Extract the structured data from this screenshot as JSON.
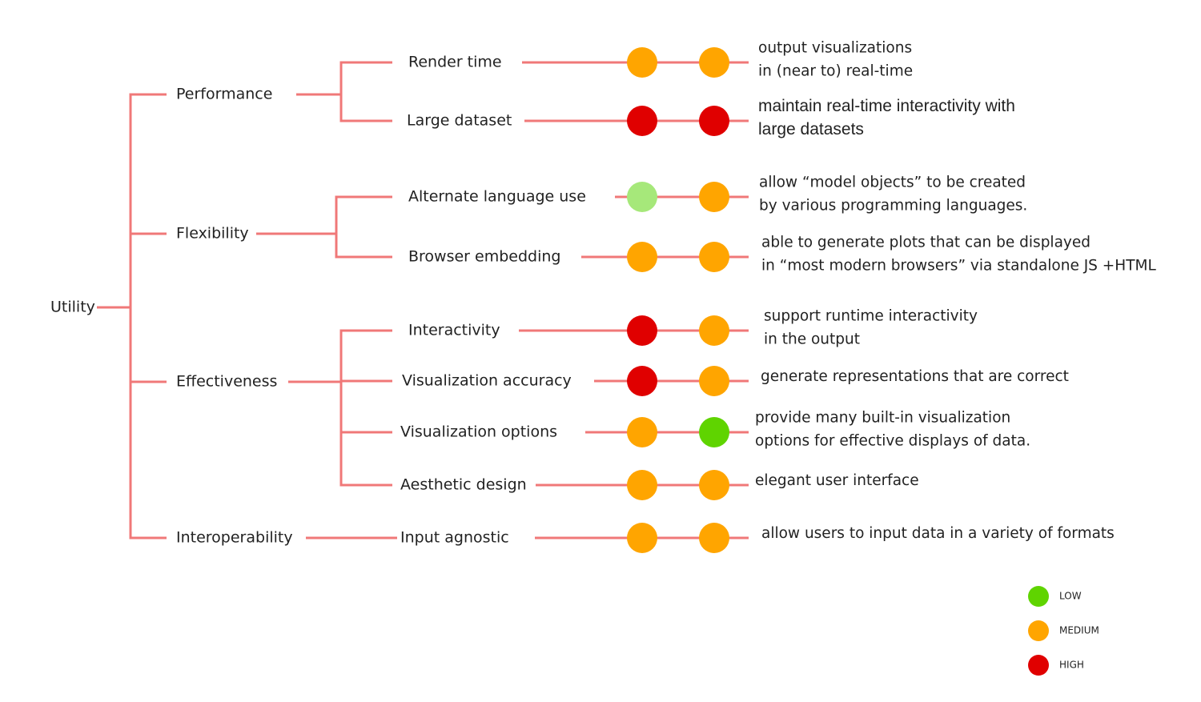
{
  "root": {
    "label": "Utility"
  },
  "colors": {
    "line": "#f07878",
    "LOW": "#5fd400",
    "LOW_LIGHT": "#a6e87a",
    "MEDIUM": "#ffa500",
    "HIGH": "#e00000"
  },
  "categories": [
    {
      "label": "Performance",
      "attributes": [
        {
          "label": "Render time",
          "rating_1": "MEDIUM",
          "rating_2": "MEDIUM",
          "description": [
            "output visualizations",
            "in (near to) real-time"
          ]
        },
        {
          "label": "Large dataset",
          "rating_1": "HIGH",
          "rating_2": "HIGH",
          "description": [
            "maintain real-time interactivity with",
            "large datasets"
          ],
          "emphasis": true
        }
      ]
    },
    {
      "label": "Flexibility",
      "attributes": [
        {
          "label": "Alternate language use",
          "rating_1": "LOW_LIGHT",
          "rating_2": "MEDIUM",
          "description": [
            "allow “model objects” to be created",
            "by various programming languages."
          ]
        },
        {
          "label": "Browser embedding",
          "rating_1": "MEDIUM",
          "rating_2": "MEDIUM",
          "description": [
            "able to generate plots that can be displayed",
            "in “most modern browsers” via standalone JS +HTML"
          ]
        }
      ]
    },
    {
      "label": "Effectiveness",
      "attributes": [
        {
          "label": "Interactivity",
          "rating_1": "HIGH",
          "rating_2": "MEDIUM",
          "description": [
            "support runtime interactivity",
            "in the output"
          ]
        },
        {
          "label": "Visualization accuracy",
          "rating_1": "HIGH",
          "rating_2": "MEDIUM",
          "description": [
            "generate representations that are correct"
          ]
        },
        {
          "label": "Visualization options",
          "rating_1": "MEDIUM",
          "rating_2": "LOW",
          "description": [
            "provide many built-in visualization",
            "options for effective displays of data."
          ]
        },
        {
          "label": "Aesthetic design",
          "rating_1": "MEDIUM",
          "rating_2": "MEDIUM",
          "description": [
            "elegant user interface"
          ]
        }
      ]
    },
    {
      "label": "Interoperability",
      "attributes": [
        {
          "label": "Input agnostic",
          "rating_1": "MEDIUM",
          "rating_2": "MEDIUM",
          "description": [
            "allow users to input data in a variety of formats"
          ]
        }
      ]
    }
  ],
  "legend": [
    {
      "label": "LOW",
      "color_key": "LOW"
    },
    {
      "label": "MEDIUM",
      "color_key": "MEDIUM"
    },
    {
      "label": "HIGH",
      "color_key": "HIGH"
    }
  ]
}
